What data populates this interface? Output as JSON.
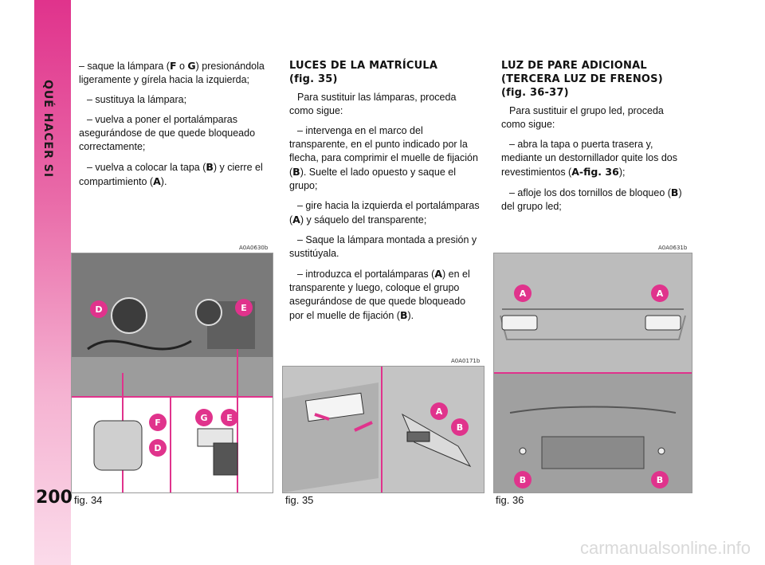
{
  "side_title": "QUÉ HACER SI",
  "page_number": "200",
  "col1": {
    "p1_pre": "– saque la lámpara (",
    "p1_k1": "F",
    "p1_mid": " o ",
    "p1_k2": "G",
    "p1_post": ") presionándola ligeramente y gírela hacia la izquierda;",
    "p2": "– sustituya la lámpara;",
    "p3": "– vuelva a poner el portalámparas asegurándose de que quede bloqueado correctamente;",
    "p4_pre": "– vuelva a colocar la tapa (",
    "p4_k1": "B",
    "p4_mid": ") y cierre el compartimiento (",
    "p4_k2": "A",
    "p4_post": ")."
  },
  "col2": {
    "heading_line1": "LUCES DE LA MATRÍCULA",
    "heading_line2": "(fig. 35)",
    "p1": "Para sustituir las lámparas, proceda como sigue:",
    "p2_pre": "– intervenga en el marco del transparente, en el punto indicado por la flecha, para comprimir el muelle de fijación (",
    "p2_k": "B",
    "p2_post": "). Suelte el lado opuesto y saque el grupo;",
    "p3_pre": "– gire hacia la izquierda el portalámparas (",
    "p3_k": "A",
    "p3_post": ") y sáquelo del transparente;",
    "p4": "– Saque la lámpara montada a presión y sustitúyala.",
    "p5_pre": "– introduzca el portalámparas (",
    "p5_k": "A",
    "p5_post": ") en el transparente y luego, coloque el grupo asegurándose de que quede bloqueado por el muelle de fijación (",
    "p5_k2": "B",
    "p5_post2": ")."
  },
  "col3": {
    "heading_line1": "LUZ DE PARE ADICIONAL",
    "heading_line2": "(TERCERA LUZ DE FRENOS)",
    "heading_line3": "(fig. 36-37)",
    "p1": "Para sustituir el grupo led, proceda como sigue:",
    "p2_pre": "– abra la tapa o puerta trasera y, mediante un destornillador quite los dos revestimientos (",
    "p2_k": "A-fig. 36",
    "p2_post": ");",
    "p3_pre": "– afloje los dos tornillos de bloqueo (",
    "p3_k": "B",
    "p3_post": ") del grupo led;"
  },
  "figures": {
    "fig34": {
      "code": "A0A0630b",
      "caption": "fig. 34",
      "labels": [
        "D",
        "E",
        "F",
        "G",
        "E",
        "D"
      ]
    },
    "fig35": {
      "code": "A0A0171b",
      "caption": "fig. 35",
      "labels": [
        "A",
        "B"
      ]
    },
    "fig36": {
      "code": "A0A0631b",
      "caption": "fig. 36",
      "labels": [
        "A",
        "A",
        "B",
        "B"
      ]
    }
  },
  "colors": {
    "accent_magenta": "#e0338c",
    "callout_fill": "#e0338c"
  },
  "watermark": "carmanualsonline.info"
}
